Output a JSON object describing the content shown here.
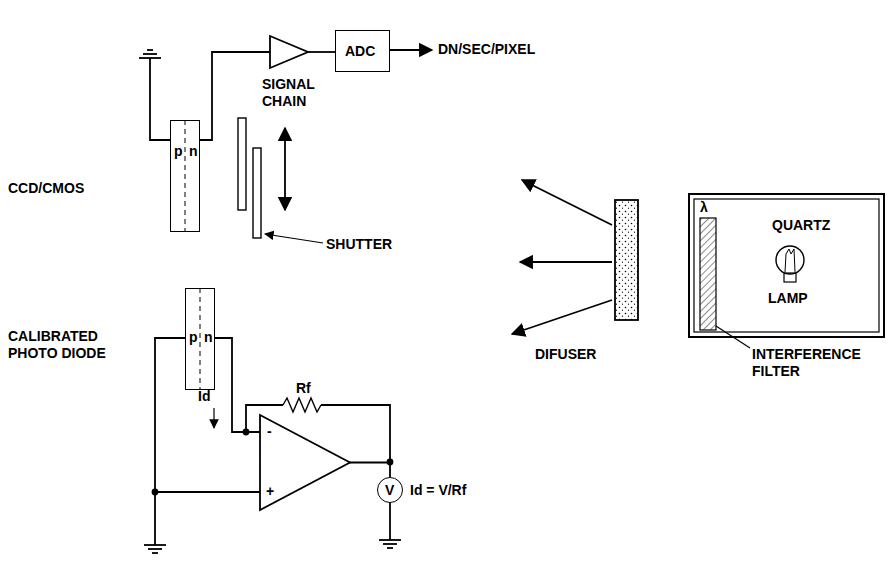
{
  "diagram": {
    "nodes": [
      {
        "text": [
          "ADC"
        ]
      },
      {
        "text": [
          "p",
          "n"
        ]
      },
      {
        "text": [
          "λ",
          "QUARTZ",
          "LAMP"
        ]
      },
      {
        "text": [
          "p",
          "n"
        ]
      },
      {
        "text": [
          "-",
          "+"
        ]
      },
      {
        "text": [
          "V"
        ]
      }
    ],
    "edges": [
      {
        "from": 3,
        "to": 4,
        "arrow": "none"
      },
      {
        "from": 4,
        "to": 5,
        "arrow": "none"
      }
    ],
    "labels": [
      "DN/SEC/PIXEL",
      "SIGNAL CHAIN",
      "CCD/CMOS",
      "SHUTTER",
      "CALIBRATED PHOTO DIODE",
      "DIFUSER",
      "INTERFERENCE FILTER",
      "Id",
      "Rf",
      "Id = V/Rf"
    ]
  }
}
